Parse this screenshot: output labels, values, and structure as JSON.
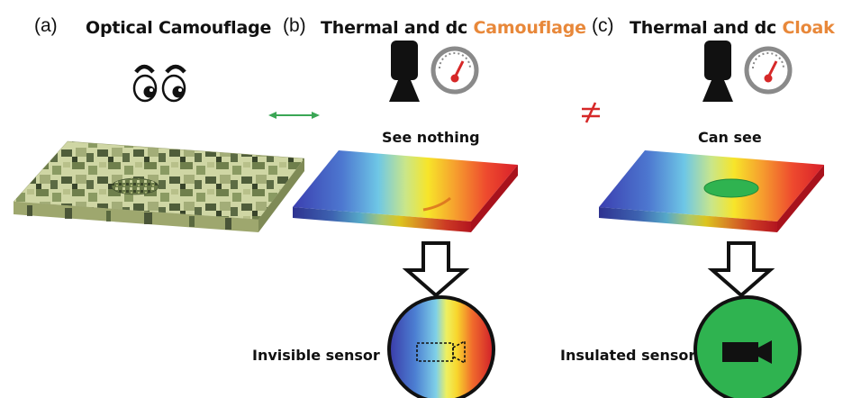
{
  "panels": [
    {
      "tag": "(a)",
      "title": "Optical Camouflage",
      "title_accent": ""
    },
    {
      "tag": "(b)",
      "title": "Thermal and dc",
      "title_accent": "Camouflage",
      "caption": "See nothing",
      "sensor_label": "Invisible sensor"
    },
    {
      "tag": "(c)",
      "title": "Thermal and dc",
      "title_accent": "Cloak",
      "caption": "Can see",
      "sensor_label": "Insulated sensor"
    }
  ],
  "relations": {
    "equivalent_symbol": "↔",
    "not_equal_symbol": "≠"
  },
  "colors": {
    "accent": "#e8883a",
    "green_arrow": "#3aa655",
    "not_equal": "#d62828",
    "sensor_green": "#2fb350",
    "gauge_needle": "#d62828"
  },
  "icons": [
    "eyes-icon",
    "camera-icon",
    "thermometer-gauge-icon",
    "down-arrow-icon",
    "video-camera-icon"
  ]
}
